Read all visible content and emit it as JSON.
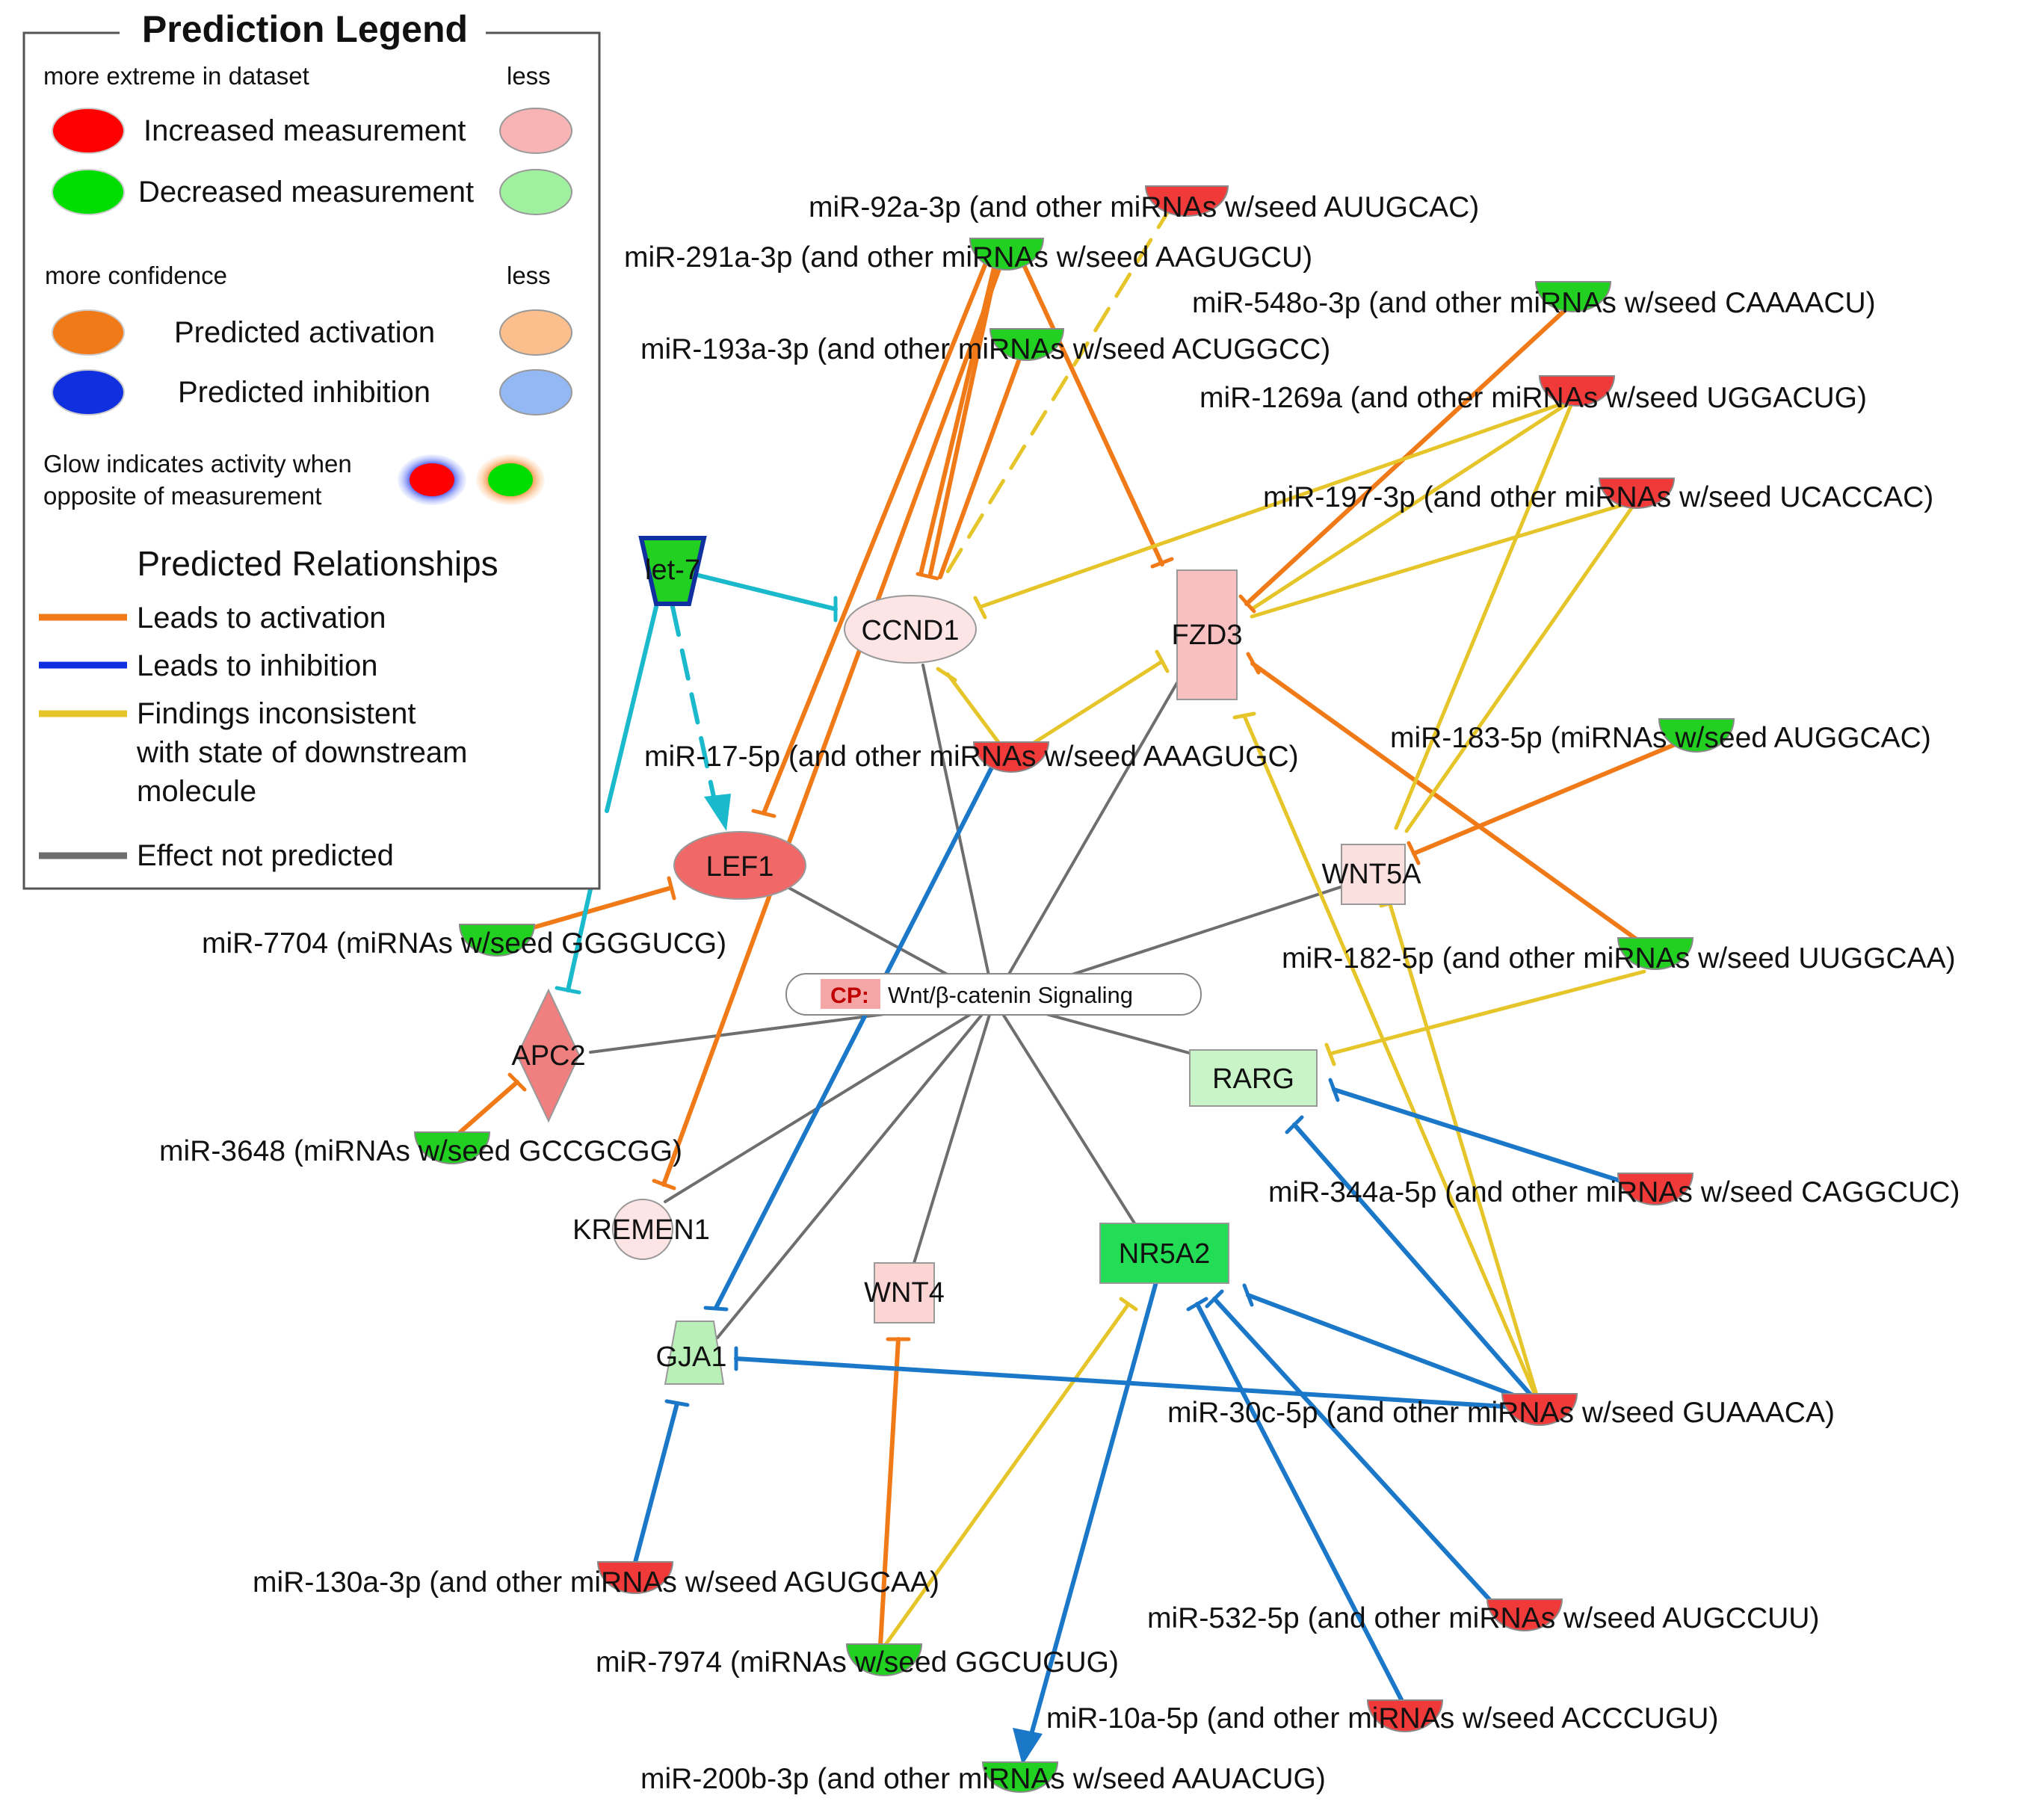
{
  "legend": {
    "title": "Prediction Legend",
    "measure_more": "more extreme in dataset",
    "measure_less": "less",
    "increased": "Increased measurement",
    "decreased": "Decreased measurement",
    "confidence_more": "more confidence",
    "confidence_less": "less",
    "activation": "Predicted activation",
    "inhibition": "Predicted inhibition",
    "glow_line1": "Glow indicates activity when",
    "glow_line2": "opposite of measurement",
    "relationships_title": "Predicted Relationships",
    "leads_activation": "Leads to activation",
    "leads_inhibition": "Leads to inhibition",
    "inconsistent_line1": "Findings inconsistent",
    "inconsistent_line2": "with state of downstream",
    "inconsistent_line3": "molecule",
    "not_predicted": "Effect not predicted"
  },
  "colors": {
    "increased": "#ff0000",
    "increased_light": "#f8b4b4",
    "decreased": "#00dd00",
    "decreased_light": "#9ff09f",
    "activation": "#f07a18",
    "activation_light": "#fbbf8e",
    "inhibition": "#1030e0",
    "inhibition_light": "#94b8f4",
    "inconsistent": "#e5c52a",
    "not_predicted": "#6e6e6e",
    "edge_blue": "#1b78c8",
    "edge_cyan": "#1ab9cc"
  },
  "pathway": {
    "prefix": "CP:",
    "name": "Wnt/β-catenin Signaling"
  },
  "genes": {
    "let7": "let-7",
    "ccnd1": "CCND1",
    "fzd3": "FZD3",
    "lef1": "LEF1",
    "wnt5a": "WNT5A",
    "apc2": "APC2",
    "rarg": "RARG",
    "kremen1": "KREMEN1",
    "nr5a2": "NR5A2",
    "wnt4": "WNT4",
    "gja1": "GJA1"
  },
  "mirnas": {
    "mir92a": "miR-92a-3p (and other miRNAs w/seed AUUGCAC)",
    "mir291a": "miR-291a-3p (and other miRNAs w/seed AAGUGCU)",
    "mir548o": "miR-548o-3p (and other miRNAs w/seed CAAAACU)",
    "mir193a": "miR-193a-3p (and other miRNAs w/seed ACUGGCC)",
    "mir1269a": "miR-1269a (and other miRNAs w/seed UGGACUG)",
    "mir197": "miR-197-3p (and other miRNAs w/seed UCACCAC)",
    "mir17": "miR-17-5p (and other miRNAs w/seed AAAGUGC)",
    "mir183": "miR-183-5p (miRNAs w/seed AUGGCAC)",
    "mir7704": "miR-7704 (miRNAs w/seed GGGGUCG)",
    "mir182": "miR-182-5p (and other miRNAs w/seed UUGGCAA)",
    "mir3648": "miR-3648 (miRNAs w/seed GCCGCGG)",
    "mir344a": "miR-344a-5p (and other miRNAs w/seed CAGGCUC)",
    "mir30c": "miR-30c-5p (and other miRNAs w/seed GUAAACA)",
    "mir130a": "miR-130a-3p (and other miRNAs w/seed AGUGCAA)",
    "mir532": "miR-532-5p (and other miRNAs w/seed AUGCCUU)",
    "mir7974": "miR-7974 (miRNAs w/seed GGCUGUG)",
    "mir10a": "miR-10a-5p (and other miRNAs w/seed ACCCUGU)",
    "mir200b": "miR-200b-3p (and other miRNAs w/seed AAUACUG)"
  }
}
